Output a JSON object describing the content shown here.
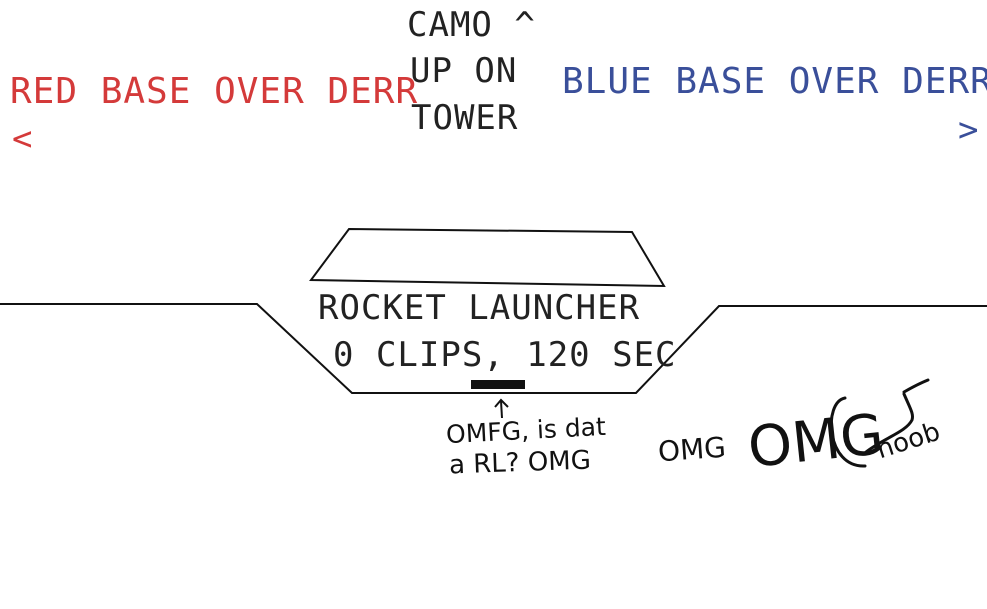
{
  "hud": {
    "camo_line": "CAMO ^",
    "up_on_line": "UP ON",
    "tower_line": "TOWER",
    "red_message": "RED BASE OVER DERR",
    "red_arrow": "<",
    "blue_message": "BLUE BASE OVER DERR",
    "blue_arrow": ">",
    "weapon_name": "ROCKET LAUNCHER",
    "weapon_ammo": "0 CLIPS, 120 SEC"
  },
  "scribbles": {
    "question_line1": "OMFG, is dat",
    "question_line2": "a RL? OMG",
    "omg_small": "OMG",
    "omg_big": "OMG",
    "noob": "noob"
  },
  "colors": {
    "red_team": "#d43a3a",
    "blue_team": "#3a4f9a",
    "ink": "#111111"
  }
}
